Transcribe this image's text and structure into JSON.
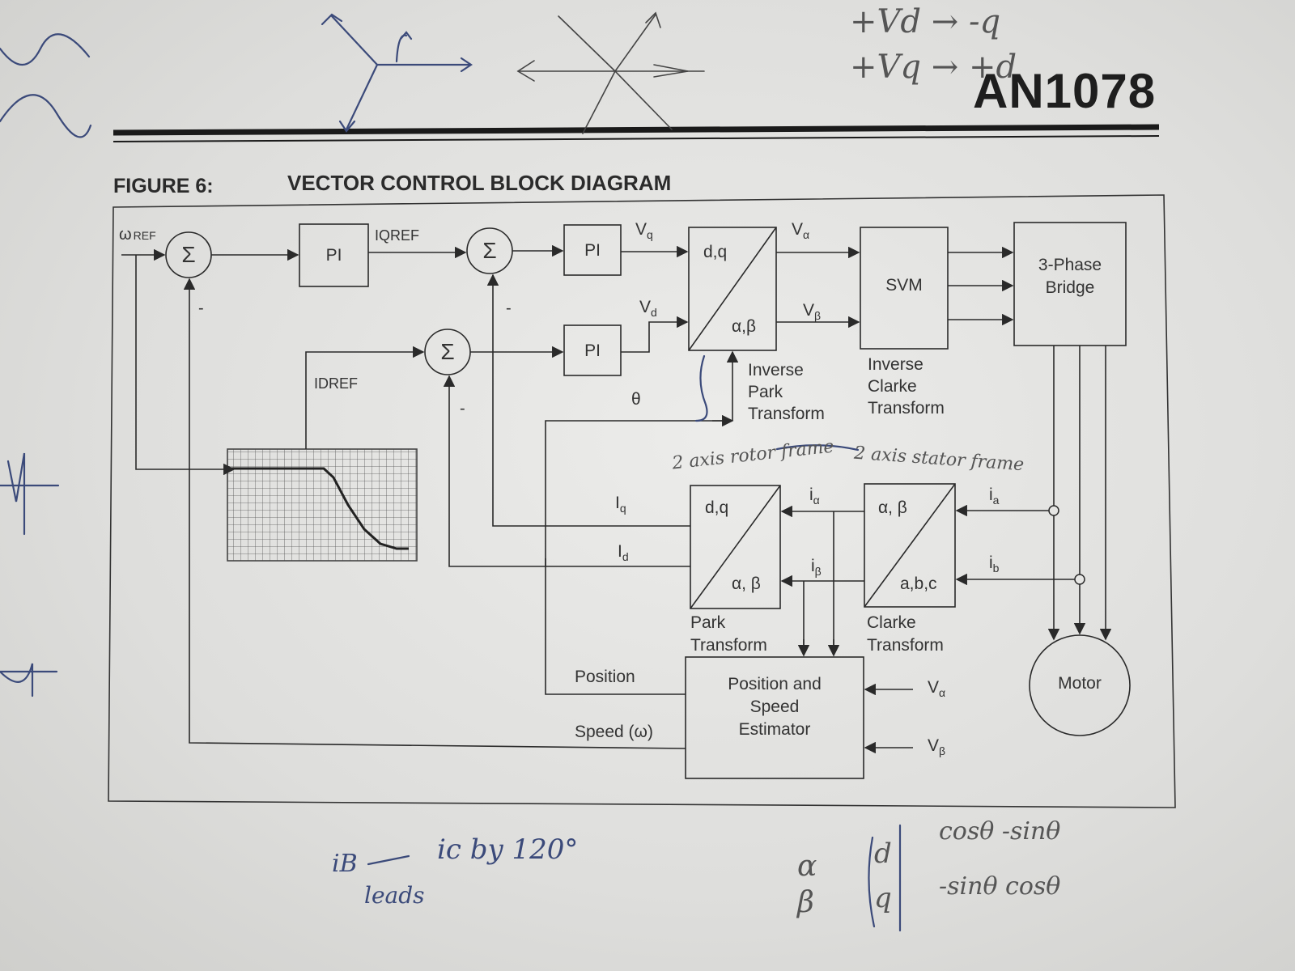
{
  "header": {
    "doc_id": "AN1078"
  },
  "figure": {
    "label": "FIGURE 6:",
    "title": "VECTOR CONTROL BLOCK DIAGRAM"
  },
  "blocks": {
    "pi": "PI",
    "sum": "Σ",
    "minus": "-",
    "inv_park": {
      "top": "d,q",
      "bottom": "α,β",
      "caption": [
        "Inverse",
        "Park",
        "Transform"
      ]
    },
    "svm": {
      "label": "SVM",
      "caption": [
        "Inverse",
        "Clarke",
        "Transform"
      ]
    },
    "bridge": [
      "3-Phase",
      "Bridge"
    ],
    "park": {
      "top": "d,q",
      "bottom": "α, β",
      "caption": [
        "Park",
        "Transform"
      ]
    },
    "clarke": {
      "top": "α, β",
      "bottom": "a,b,c",
      "caption": [
        "Clarke",
        "Transform"
      ]
    },
    "estimator": [
      "Position and",
      "Speed",
      "Estimator"
    ],
    "motor": "Motor"
  },
  "signals": {
    "omega_ref": "ω",
    "omega_ref_sub": "REF",
    "iq_ref": "IQREF",
    "id_ref": "IDREF",
    "vq": "V",
    "vq_sub": "q",
    "vd": "V",
    "vd_sub": "d",
    "valpha": "V",
    "valpha_sub": "α",
    "vbeta": "V",
    "vbeta_sub": "β",
    "theta": "θ",
    "ialpha": "i",
    "ialpha_sub": "α",
    "ibeta": "i",
    "ibeta_sub": "β",
    "ia": "i",
    "ia_sub": "a",
    "ib": "i",
    "ib_sub": "b",
    "iq": "I",
    "iq_sub": "q",
    "id": "I",
    "id_sub": "d",
    "position": "Position",
    "speed": "Speed (ω)"
  },
  "handwriting": {
    "top_right_1": "+Vd → -q",
    "top_right_2": "+Vq → +d",
    "rotor_note": "2 axis rotor frame",
    "stator_note": "2 axis stator frame",
    "bottom_note_1": "iB",
    "bottom_note_2": "ic by 120°",
    "bottom_note_3": "leads",
    "matrix_left": [
      "α",
      "β"
    ],
    "matrix_mid": [
      "d",
      "q"
    ],
    "matrix_right": [
      "cosθ -sinθ",
      "-sinθ cosθ"
    ]
  },
  "colors": {
    "ink": "#2a2a2a",
    "pen": "#3b4a7a",
    "paper": "#e6e6e4"
  }
}
